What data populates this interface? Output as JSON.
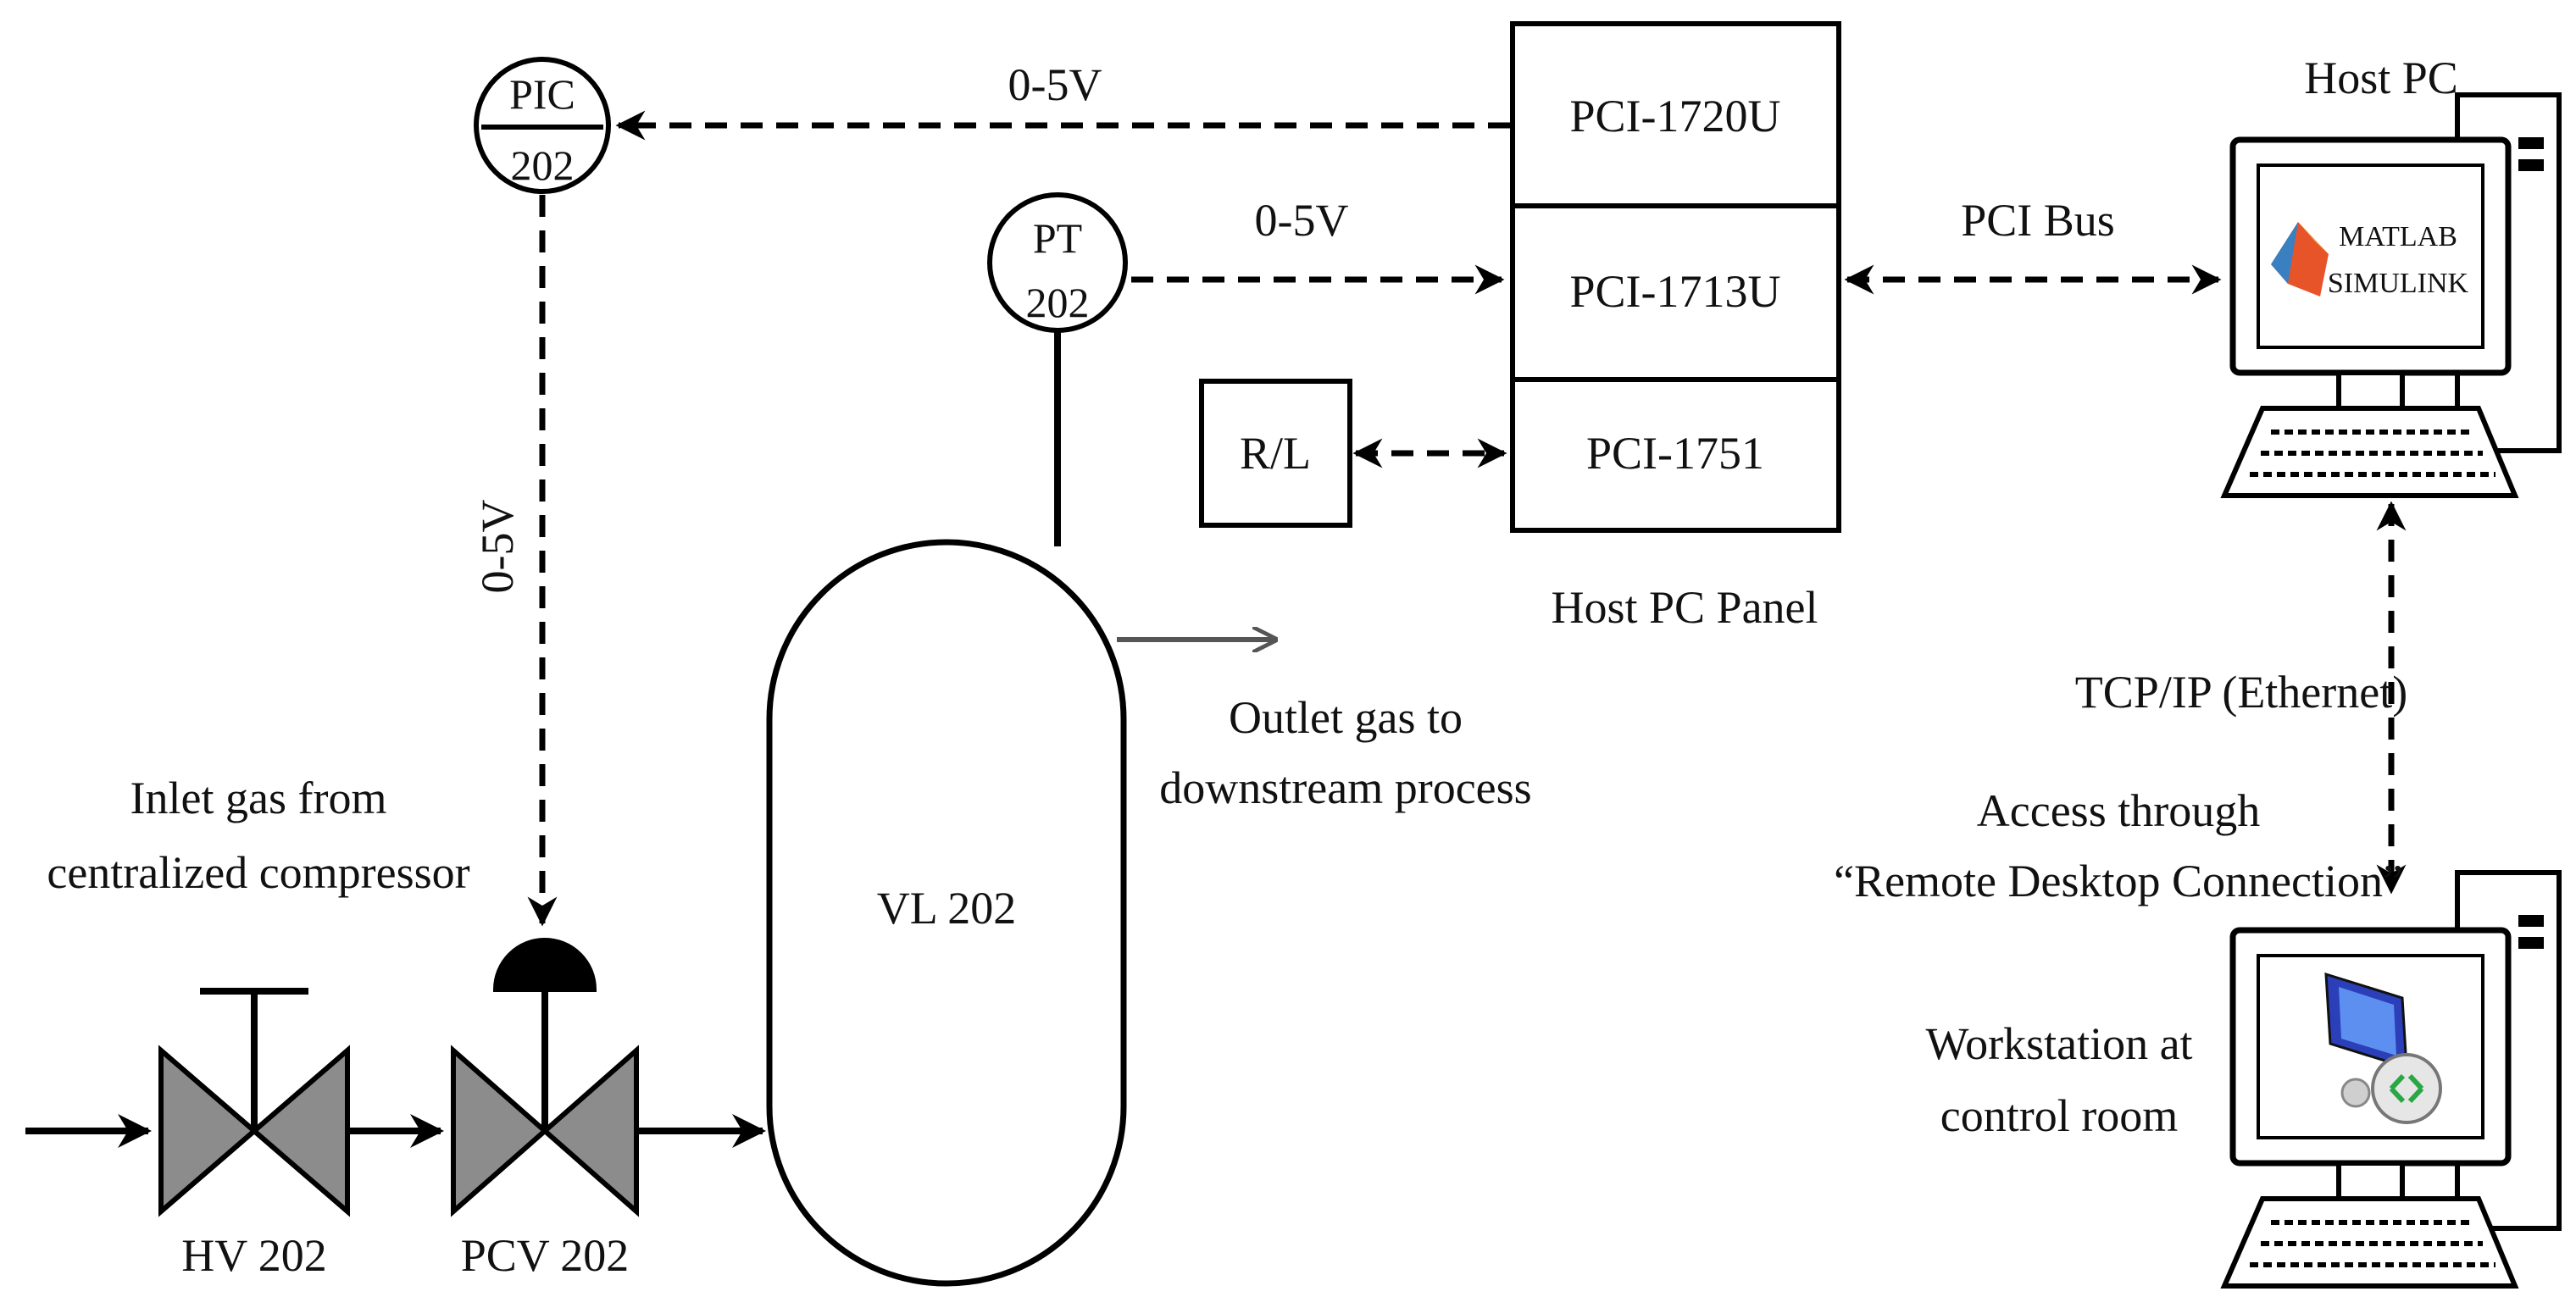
{
  "instruments": {
    "pic": {
      "tag": "PIC",
      "number": "202"
    },
    "pt": {
      "tag": "PT",
      "number": "202"
    }
  },
  "signals": {
    "pic_out": "0-5V",
    "pt_out": "0-5V",
    "pic_to_pcv": "0-5V",
    "pci_bus": "PCI Bus",
    "tcp_ip": "TCP/IP (Ethernet)"
  },
  "panel": {
    "cards": [
      "PCI-1720U",
      "PCI-1713U",
      "PCI-1751"
    ],
    "caption": "Host PC Panel"
  },
  "relay": {
    "label": "R/L"
  },
  "vessel": {
    "label": "VL 202"
  },
  "valves": {
    "hv": {
      "label": "HV 202"
    },
    "pcv": {
      "label": "PCV 202"
    }
  },
  "streams": {
    "inlet": [
      "Inlet gas from",
      "centralized compressor"
    ],
    "outlet": [
      "Outlet gas to",
      "downstream process"
    ]
  },
  "host_pc": {
    "label": "Host PC",
    "screen": [
      "MATLAB",
      "SIMULINK"
    ]
  },
  "remote": [
    "Access through",
    "“Remote Desktop Connection”"
  ],
  "workstation": {
    "label": [
      "Workstation at",
      "control room"
    ]
  },
  "colors": {
    "line": "#000000",
    "valve_fill": "#8c8c8c",
    "actuator": "#000000",
    "background": "#ffffff"
  }
}
